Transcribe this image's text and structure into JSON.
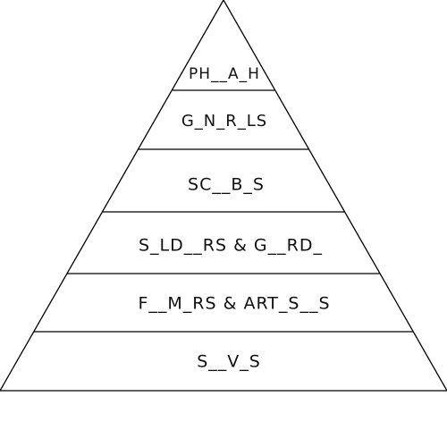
{
  "pyramid": {
    "tiers": [
      {
        "label": "PH__A_H"
      },
      {
        "label": "G_N_R_LS"
      },
      {
        "label": "SC__B_S"
      },
      {
        "label": "S_LD__RS & G__RD_"
      },
      {
        "label": "F__M_RS & ART_S__S"
      },
      {
        "label": "S__V_S"
      }
    ]
  },
  "colors": {
    "stroke": "#000000",
    "text": "#111111",
    "background": "#ffffff"
  }
}
